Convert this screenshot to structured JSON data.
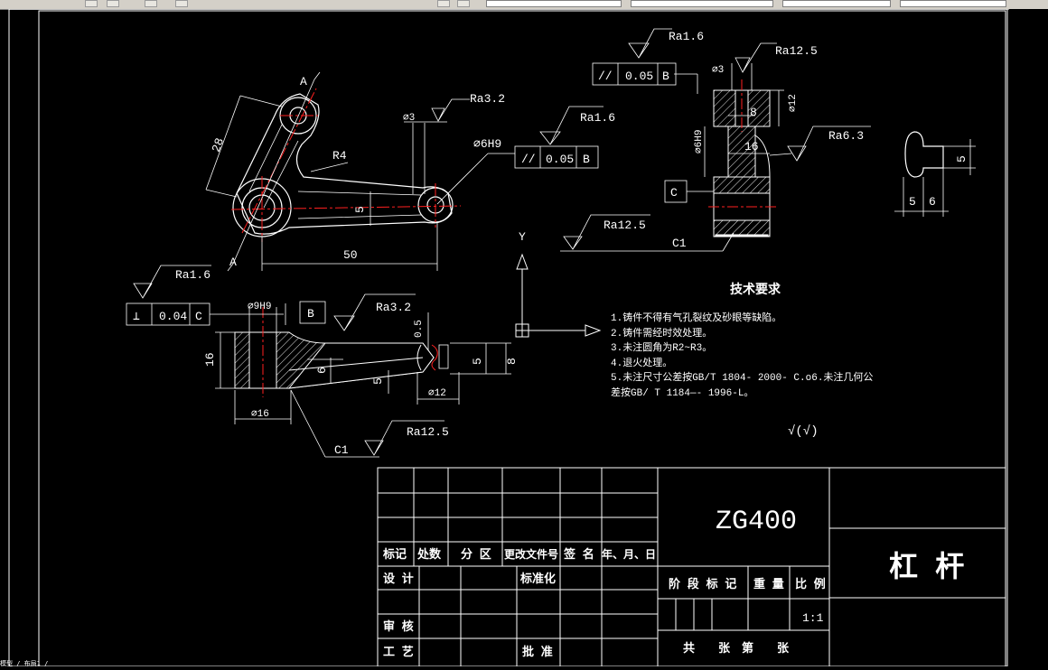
{
  "window": {
    "status_text": "模型 / 布局1 /"
  },
  "drawing": {
    "colors": {
      "background": "#000000",
      "line": "#ffffff",
      "centerline": "#ff2020",
      "hatch": "#ffffff"
    },
    "main_view": {
      "section_label": "A",
      "dim_28": "28",
      "dim_r4": "R4",
      "dim_5": "5",
      "dim_50": "50",
      "dia_3": "⌀3",
      "ra32": "Ra3.2",
      "hole_6h9": "⌀6H9",
      "ra16": "Ra1.6",
      "tol_symbol": "//",
      "tol_value": "0.05",
      "tol_datum": "B"
    },
    "axis": {
      "y_label": "Y"
    },
    "section_view": {
      "ra16_top": "Ra1.6",
      "tol_symbol": "//",
      "tol_value": "0.05",
      "tol_datum": "B",
      "dia_3": "⌀3",
      "ra125_top": "Ra12.5",
      "dim_8": "8",
      "dia_12": "⌀12",
      "dia_6h9": "⌀6H9",
      "dim_16": "16",
      "ra63": "Ra6.3",
      "datum_c": "C",
      "ra125": "Ra12.5",
      "c1": "C1"
    },
    "side_detail": {
      "dim_5v": "5",
      "dim_5": "5",
      "dim_6": "6"
    },
    "bottom_view": {
      "ra16": "Ra1.6",
      "tol_perp": "⊥",
      "tol_value": "0.04",
      "tol_datum": "C",
      "hole_9h9": "⌀9H9",
      "datum_b": "B",
      "ra32": "Ra3.2",
      "dim_16": "16",
      "dim_05": "0.5",
      "dim_6": "6",
      "dim_5a": "5",
      "dim_5b": "5",
      "dim_8": "8",
      "dia_12": "⌀12",
      "dia_16": "⌀16",
      "c1": "C1",
      "ra125": "Ra12.5"
    },
    "tech_requirements": {
      "title": "技术要求",
      "lines": [
        "1.铸件不得有气孔裂纹及砂眼等缺陷。",
        "2.铸件需经时效处理。",
        "3.未注圆角为R2~R3。",
        "4.退火处理。",
        "5.未注尺寸公差按GB/T 1804- 2000- C.o6.未注几何公",
        "差按GB/ T 1184—- 1996-L。"
      ],
      "roughness_note": "√(√)"
    },
    "title_block": {
      "material": "ZG400",
      "part_name": "杠 杆",
      "headers": [
        "标记",
        "处数",
        "分 区",
        "更改文件号",
        "签 名",
        "年、月、日"
      ],
      "design": "设 计",
      "standardize": "标准化",
      "review": "审 核",
      "process": "工 艺",
      "approve": "批 准",
      "stage_mark": "阶 段 标 记",
      "weight": "重 量",
      "scale_label": "比 例",
      "scale_value": "1:1",
      "sheets": "共　　张　第　　张"
    }
  }
}
